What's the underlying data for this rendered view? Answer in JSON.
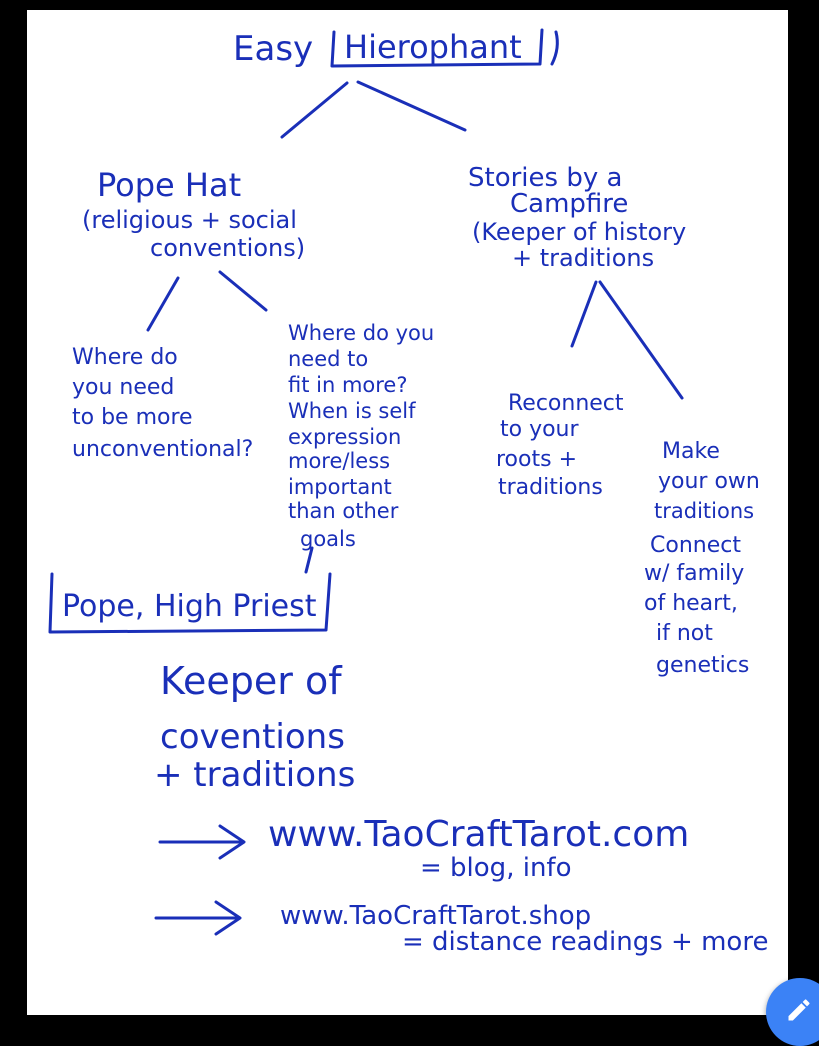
{
  "title": {
    "prefix": "Easy",
    "boxed": "Hierophant"
  },
  "branches": {
    "left": {
      "heading": "Pope Hat",
      "sub": [
        "(religious + social",
        "conventions)"
      ],
      "children": [
        {
          "lines": [
            "Where do",
            "you need",
            "to be more",
            "unconventional?"
          ]
        },
        {
          "lines": [
            "Where do you",
            "need to",
            "fit in more?",
            "When is self",
            "expression",
            "more/less",
            "important",
            "than other",
            "goals"
          ]
        }
      ]
    },
    "right": {
      "heading": [
        "Stories by a",
        "Campfire",
        "(Keeper of history",
        "+ traditions"
      ],
      "children": [
        {
          "lines": [
            "Reconnect",
            "to your",
            "roots +",
            "traditions"
          ]
        },
        {
          "lines": [
            "Make",
            "your own",
            "traditions",
            "Connect",
            "w/ family",
            "of heart,",
            "if not",
            "genetics"
          ]
        }
      ]
    }
  },
  "keyword_box": "Pope, High Priest",
  "keeper": [
    "Keeper of",
    "coventions",
    "+ traditions"
  ],
  "links": [
    {
      "url": "www.TaoCraftTarot.com",
      "note": "= blog, info"
    },
    {
      "url": "www.TaoCraftTarot.shop",
      "note": "= distance readings + more"
    }
  ],
  "fab_icon": "pencil-icon",
  "ink_color": "#1a2fb8",
  "fab_color": "#3b82f6"
}
